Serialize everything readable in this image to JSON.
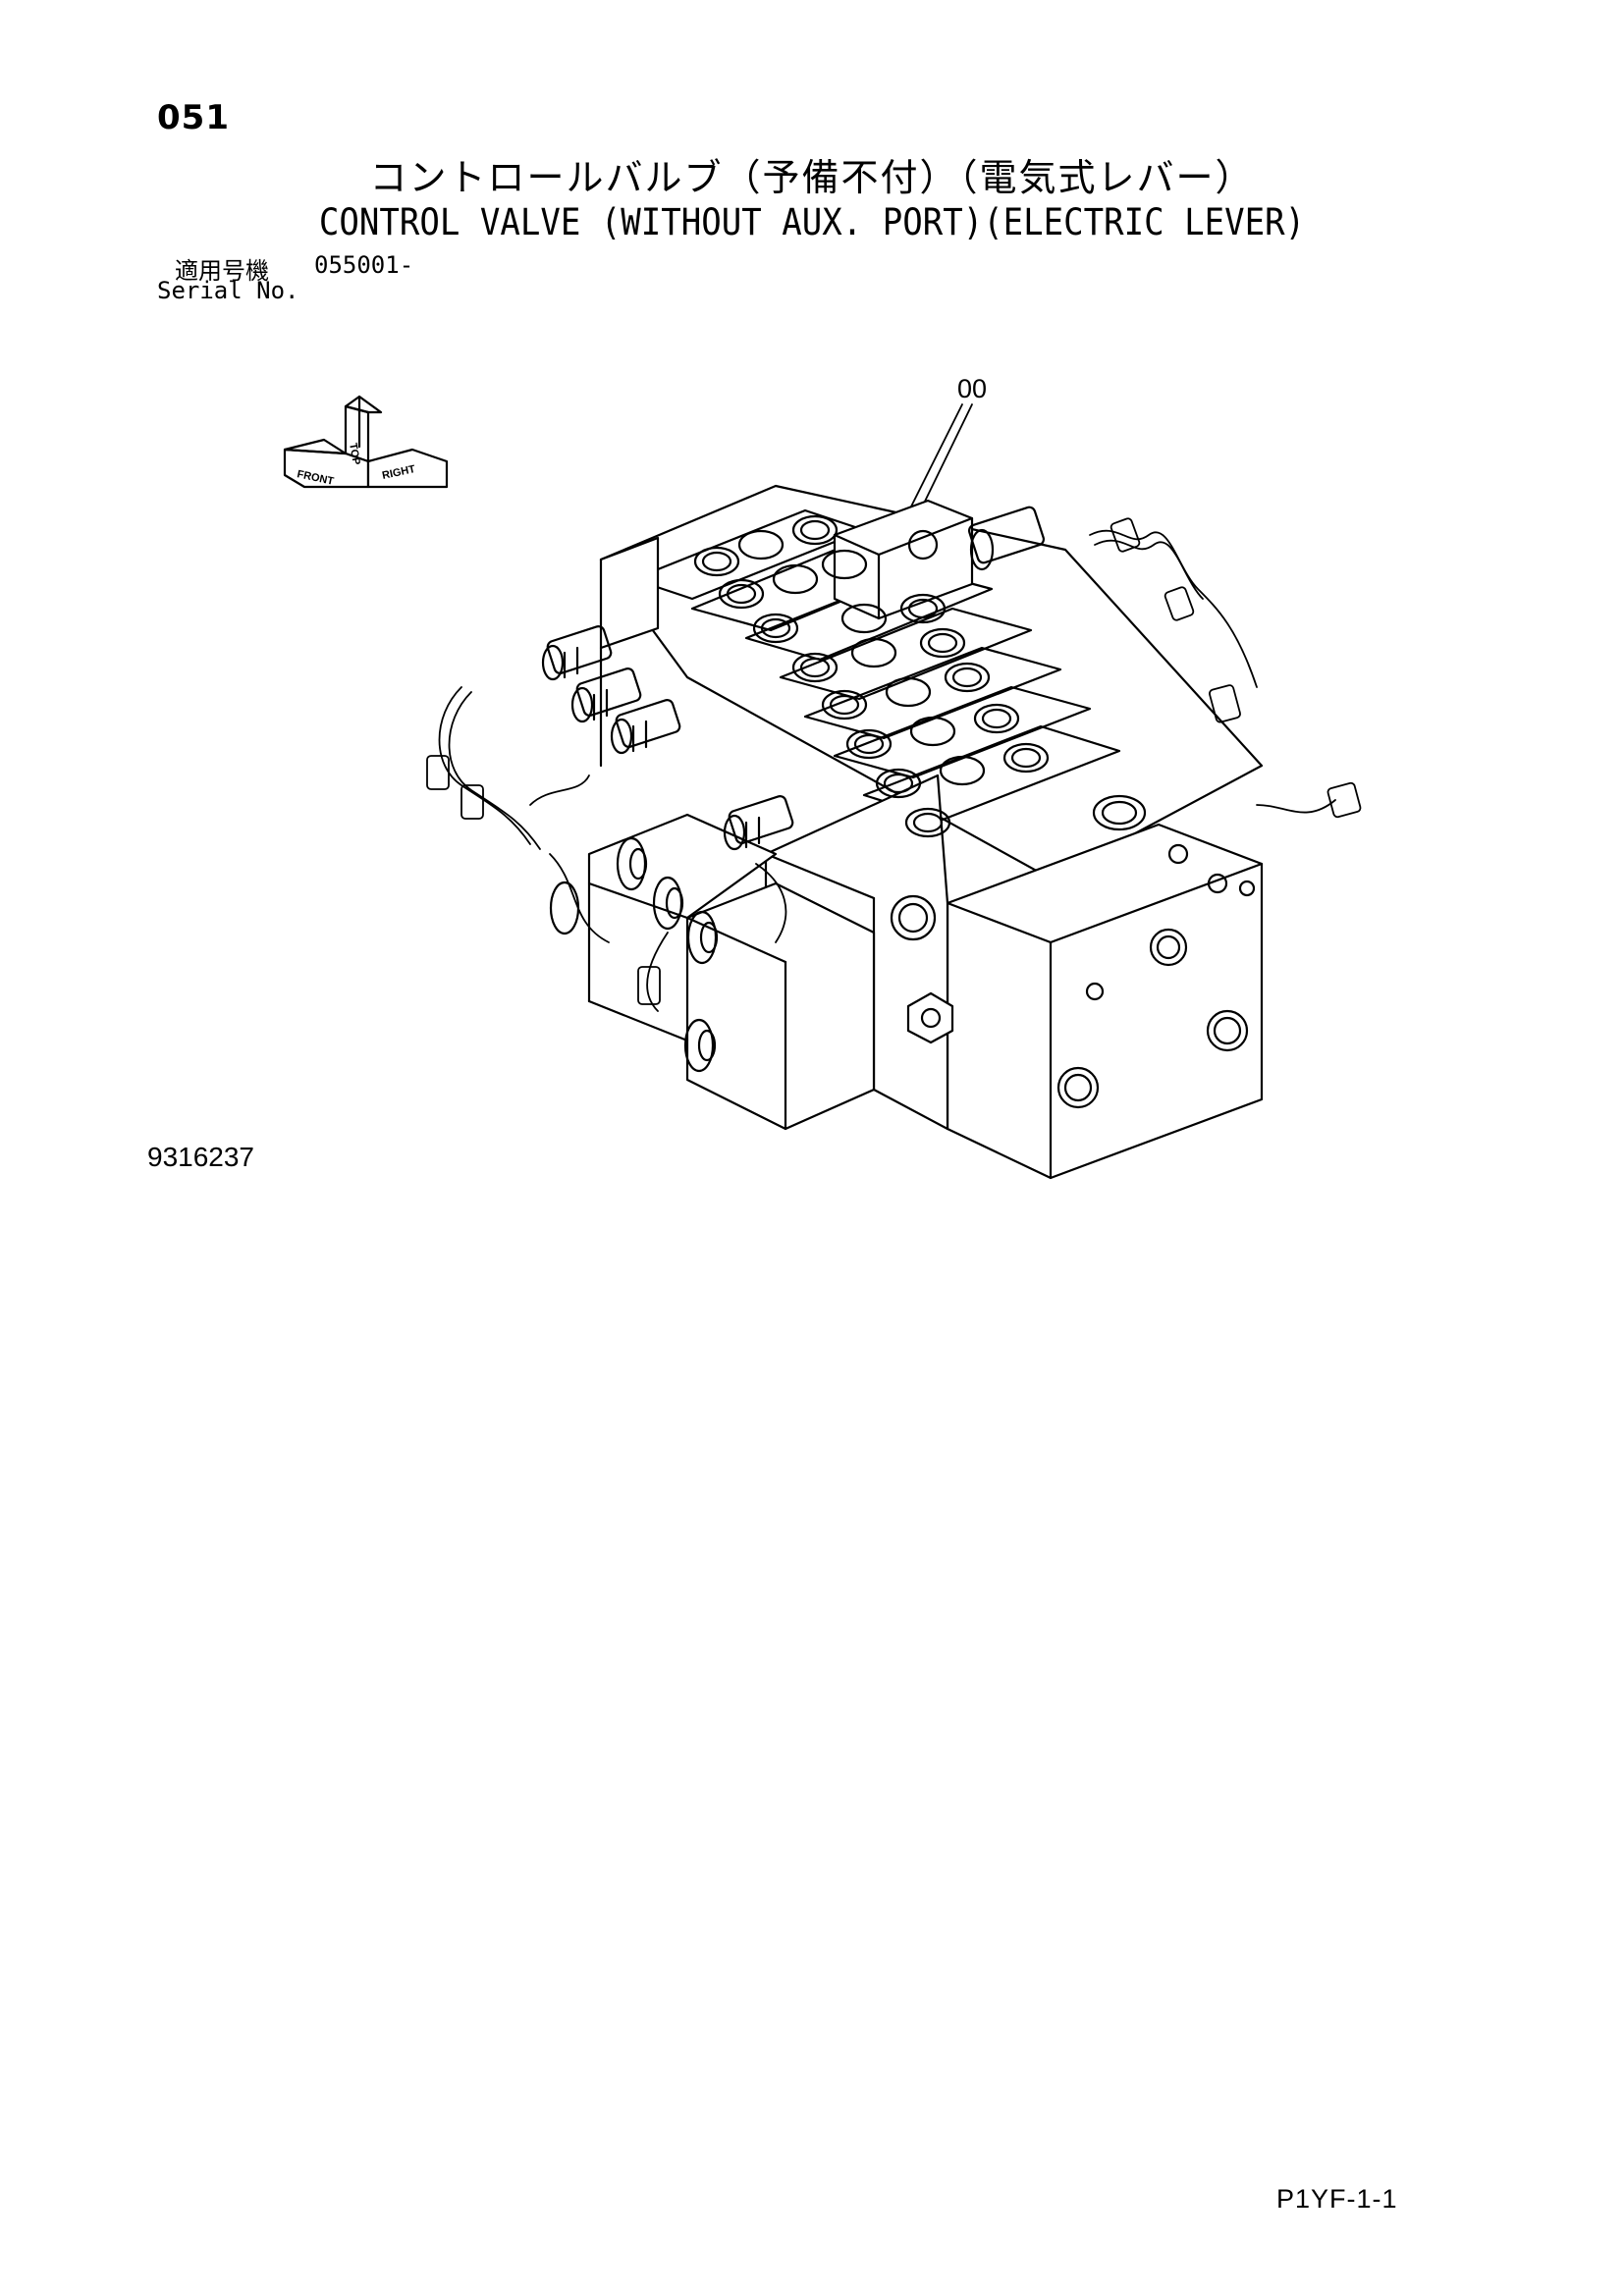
{
  "page": {
    "number": "051",
    "code": "P1YF-1-1"
  },
  "title": {
    "japanese": "コントロールバルブ（予備不付）（電気式レバー）",
    "english": "CONTROL VALVE (WITHOUT AUX. PORT)(ELECTRIC LEVER)"
  },
  "serial": {
    "label_jp": "適用号機",
    "label_en": "Serial No.",
    "value": "055001-"
  },
  "drawing": {
    "id": "9316237",
    "callout": "00",
    "orientation": {
      "top": "TOP",
      "front": "FRONT",
      "right": "RIGHT",
      "icon": "orientation-arrows-icon"
    }
  }
}
